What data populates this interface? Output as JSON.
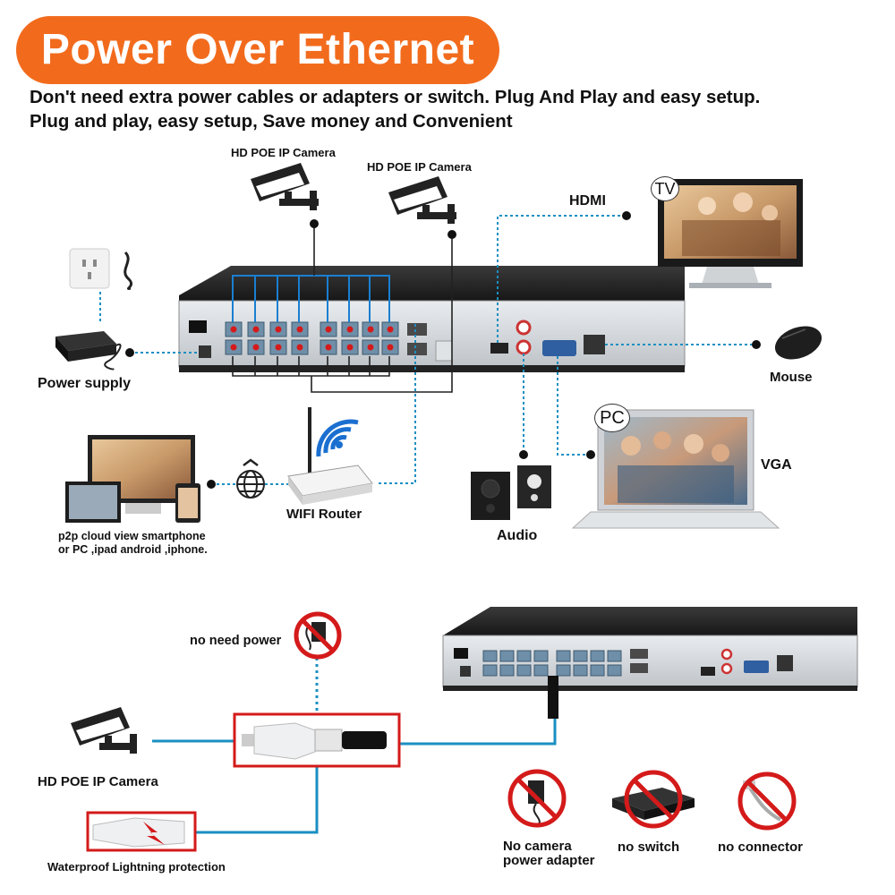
{
  "header": {
    "title": "Power Over Ethernet",
    "subtitle_line1": "Don't need extra power cables or adapters or switch. Plug And Play and easy setup.",
    "subtitle_line2": "Plug and play, easy setup, Save money and Convenient"
  },
  "top_diagram": {
    "camera_label_1": "HD POE IP Camera",
    "camera_label_2": "HD POE IP Camera",
    "hdmi_label": "HDMI",
    "tv_badge": "TV",
    "power_supply_label": "Power supply",
    "mouse_label": "Mouse",
    "pc_badge": "PC",
    "vga_label": "VGA",
    "audio_label": "Audio",
    "router_label": "WIFI Router",
    "p2p_line1": "p2p cloud view smartphone",
    "p2p_line2": "or PC ,ipad android ,iphone."
  },
  "bottom_diagram": {
    "no_need_power_label": "no need power",
    "camera_label": "HD POE IP Camera",
    "waterproof_label": "Waterproof Lightning protection",
    "no_adapter_line1": "No camera",
    "no_adapter_line2": "power adapter",
    "no_switch_label": "no switch",
    "no_connector_label": "no connector"
  },
  "colors": {
    "banner": "#f26b1d",
    "connector_line": "#1a8fc2",
    "poe_port_line": "#1a7fd0",
    "highlight_box": "#d41a1a",
    "prohibit_sign": "#d41a1a"
  }
}
